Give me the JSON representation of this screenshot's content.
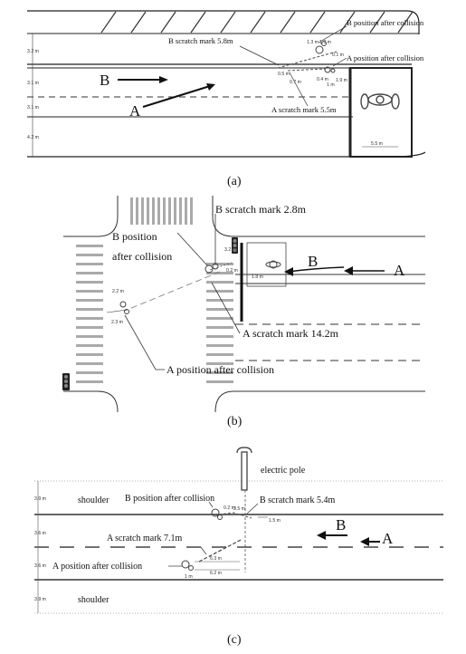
{
  "panel_a": {
    "caption": "(a)",
    "lane_widths": [
      "3.2 m",
      "3.1 m",
      "3.1 m",
      "4.2 m"
    ],
    "vehicle_b": "B",
    "vehicle_a": "A",
    "b_scratch": "B scratch mark 5.8m",
    "b_position": "B position after collision",
    "a_position": "A position after collision",
    "a_scratch": "A scratch mark 5.5m",
    "dims": [
      "1.3 m",
      "1.3 m",
      "0.1 m",
      "0.5 m",
      "0.7 m",
      "0.4 m",
      "1 m",
      "1.9 m",
      "5.5 m"
    ]
  },
  "panel_b": {
    "caption": "(b)",
    "b_scratch": "B scratch mark 2.8m",
    "b_position_1": "B position",
    "b_position_2": "after collision",
    "vehicle_b": "B",
    "vehicle_a": "A",
    "a_scratch": "A scratch mark 14.2m",
    "a_position": "A position after collision",
    "dims": [
      "3.2 m",
      "0.2 m",
      "1.8 m",
      "2.2 m",
      "2.3 m"
    ]
  },
  "panel_c": {
    "caption": "(c)",
    "pole": "electric pole",
    "shoulder_top": "shoulder",
    "shoulder_bottom": "shoulder",
    "b_position": "B position after collision",
    "b_scratch": "B scratch mark 5.4m",
    "a_scratch": "A scratch mark 7.1m",
    "a_position": "A position after collision",
    "vehicle_b": "B",
    "vehicle_a": "A",
    "lane_widths": [
      "3.9 m",
      "3.6 m",
      "3.6 m",
      "3.9 m"
    ],
    "dims": [
      "0.2 m",
      "3.5 m",
      "1.5 m",
      "6.3 m",
      "6.2 m",
      "1 m"
    ]
  }
}
